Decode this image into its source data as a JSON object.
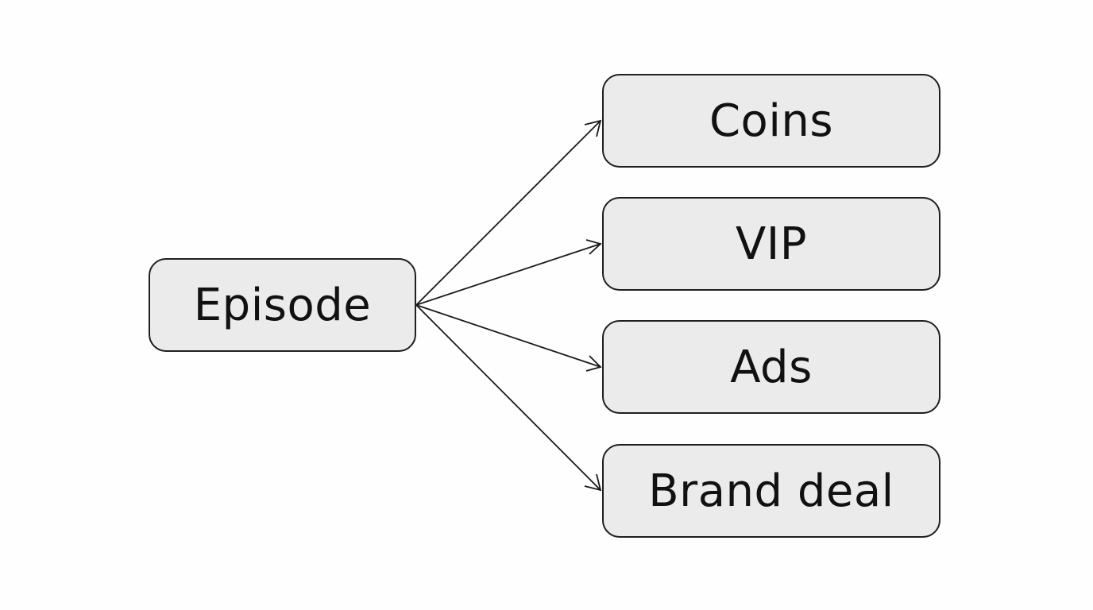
{
  "diagram": {
    "source": {
      "label": "Episode"
    },
    "targets": [
      {
        "label": "Coins"
      },
      {
        "label": "VIP"
      },
      {
        "label": "Ads"
      },
      {
        "label": "Brand deal"
      }
    ],
    "edges": [
      {
        "from": "Episode",
        "to": "Coins"
      },
      {
        "from": "Episode",
        "to": "VIP"
      },
      {
        "from": "Episode",
        "to": "Ads"
      },
      {
        "from": "Episode",
        "to": "Brand deal"
      }
    ],
    "colors": {
      "node_fill": "#ebebeb",
      "node_border": "#1f1f1f",
      "text": "#111111",
      "edge": "#1a1a1a"
    }
  }
}
